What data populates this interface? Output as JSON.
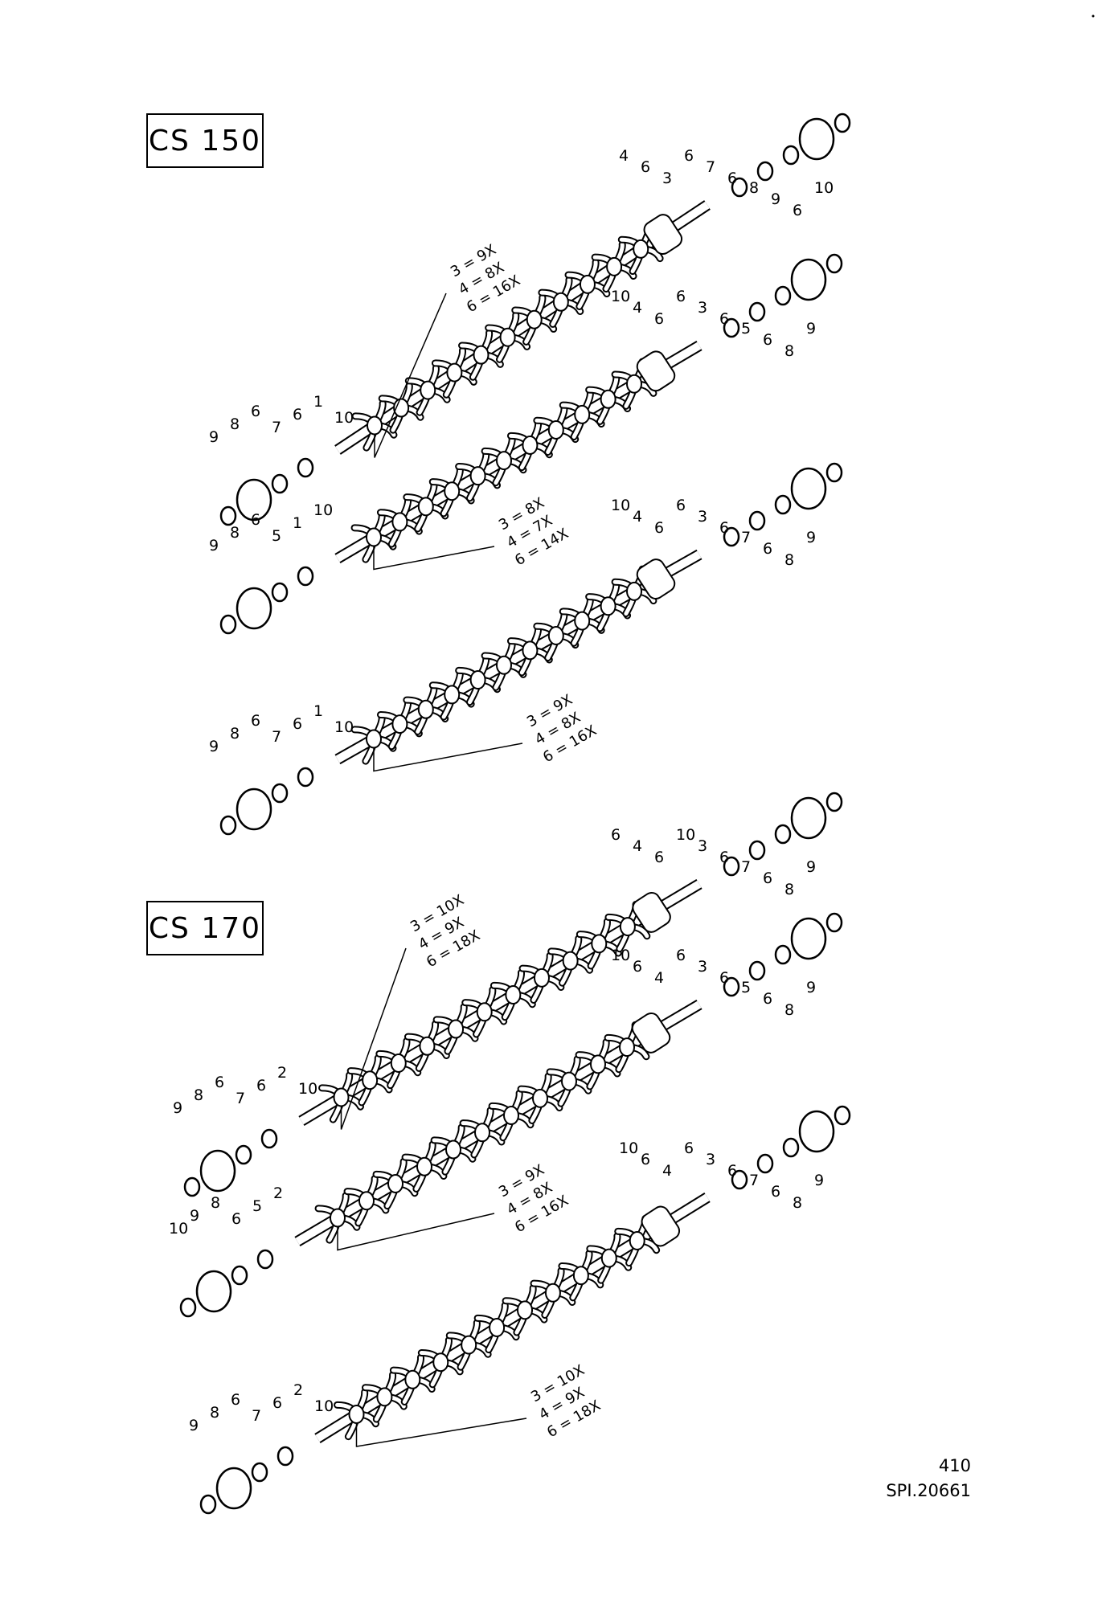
{
  "sections": [
    {
      "model_label": "CS 150",
      "assemblies": [
        {
          "part_numbers": {
            "left_end": [
              "9",
              "8",
              "6",
              "7",
              "6",
              "1",
              "10"
            ],
            "right_end": [
              "4",
              "6",
              "3",
              "6",
              "7",
              "6",
              "8",
              "9",
              "6",
              "10"
            ]
          },
          "quantities": [
            "3 = 9X",
            "4 = 8X",
            "6 = 16X"
          ]
        },
        {
          "part_numbers": {
            "left_end": [
              "9",
              "8",
              "6",
              "5",
              "1",
              "10"
            ],
            "right_end": [
              "10",
              "4",
              "6",
              "6",
              "3",
              "6",
              "5",
              "6",
              "8",
              "9"
            ]
          },
          "quantities": [
            "3 = 8X",
            "4 = 7X",
            "6 = 14X"
          ]
        },
        {
          "part_numbers": {
            "left_end": [
              "9",
              "8",
              "6",
              "7",
              "6",
              "1",
              "10"
            ],
            "right_end": [
              "10",
              "4",
              "6",
              "6",
              "3",
              "6",
              "7",
              "6",
              "8",
              "9"
            ]
          },
          "quantities": [
            "3 = 9X",
            "4 = 8X",
            "6 = 16X"
          ]
        }
      ]
    },
    {
      "model_label": "CS 170",
      "assemblies": [
        {
          "part_numbers": {
            "left_end": [
              "9",
              "8",
              "6",
              "7",
              "6",
              "2",
              "10"
            ],
            "right_end": [
              "6",
              "4",
              "6",
              "10",
              "3",
              "6",
              "7",
              "6",
              "8",
              "9"
            ]
          },
          "quantities": [
            "3 = 10X",
            "4 = 9X",
            "6 = 18X"
          ]
        },
        {
          "part_numbers": {
            "left_end": [
              "10",
              "9",
              "8",
              "6",
              "5",
              "2"
            ],
            "right_end": [
              "10",
              "6",
              "4",
              "6",
              "3",
              "6",
              "5",
              "6",
              "8",
              "9"
            ]
          },
          "quantities": [
            "3 = 9X",
            "4 = 8X",
            "6 = 16X"
          ]
        },
        {
          "part_numbers": {
            "left_end": [
              "9",
              "8",
              "6",
              "7",
              "6",
              "2",
              "10"
            ],
            "right_end": [
              "10",
              "6",
              "4",
              "6",
              "3",
              "6",
              "7",
              "6",
              "8",
              "9"
            ]
          },
          "quantities": [
            "3 = 10X",
            "4 = 9X",
            "6 = 18X"
          ]
        }
      ]
    }
  ],
  "footer": {
    "page_number": "410",
    "drawing_code": "SPI.20661"
  }
}
